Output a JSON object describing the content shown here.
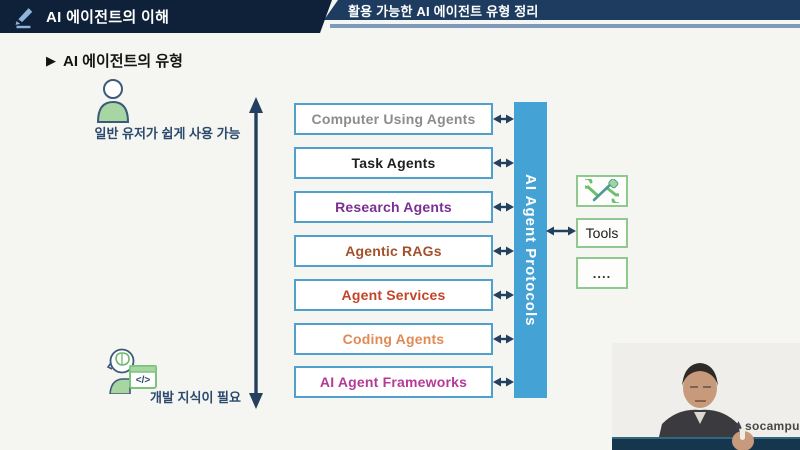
{
  "header": {
    "left_title": "AI 에이전트의 이해",
    "right_title": "활용 가능한 AI 에이전트 유형 정리"
  },
  "section_title": {
    "marker": "▶",
    "text": "AI 에이전트의 유형"
  },
  "axis": {
    "top_label": "일반 유저가 쉽게 사용 가능",
    "bottom_label": "개발 지식이 필요"
  },
  "agent_boxes": [
    {
      "label": "Computer Using Agents",
      "color": "#8c8c8c"
    },
    {
      "label": "Task Agents",
      "color": "#1f1f1f"
    },
    {
      "label": "Research Agents",
      "color": "#7b2f92"
    },
    {
      "label": "Agentic RAGs",
      "color": "#a3512c"
    },
    {
      "label": "Agent Services",
      "color": "#c2452a"
    },
    {
      "label": "Coding Agents",
      "color": "#e08a55"
    },
    {
      "label": "AI Agent Frameworks",
      "color": "#b53a97"
    }
  ],
  "protocol_bar": {
    "label": "AI Agent Protocols",
    "color": "#45a2d5"
  },
  "tools_panel": {
    "icon": "crossed-tools-icon",
    "label": "Tools",
    "ellipsis": "...."
  },
  "video_overlay": {
    "logo_text": "socampus"
  },
  "colors": {
    "header_left_bg": "#0e2138",
    "header_right_bg": "#1d3c60",
    "header_underline": "#7e9ab8",
    "arrow": "#23405f",
    "agent_box_border": "#4fa0cc",
    "green_box_border": "#90c890",
    "slide_background": "#f5f5f1",
    "axis_label_text": "#2c4a6e"
  }
}
